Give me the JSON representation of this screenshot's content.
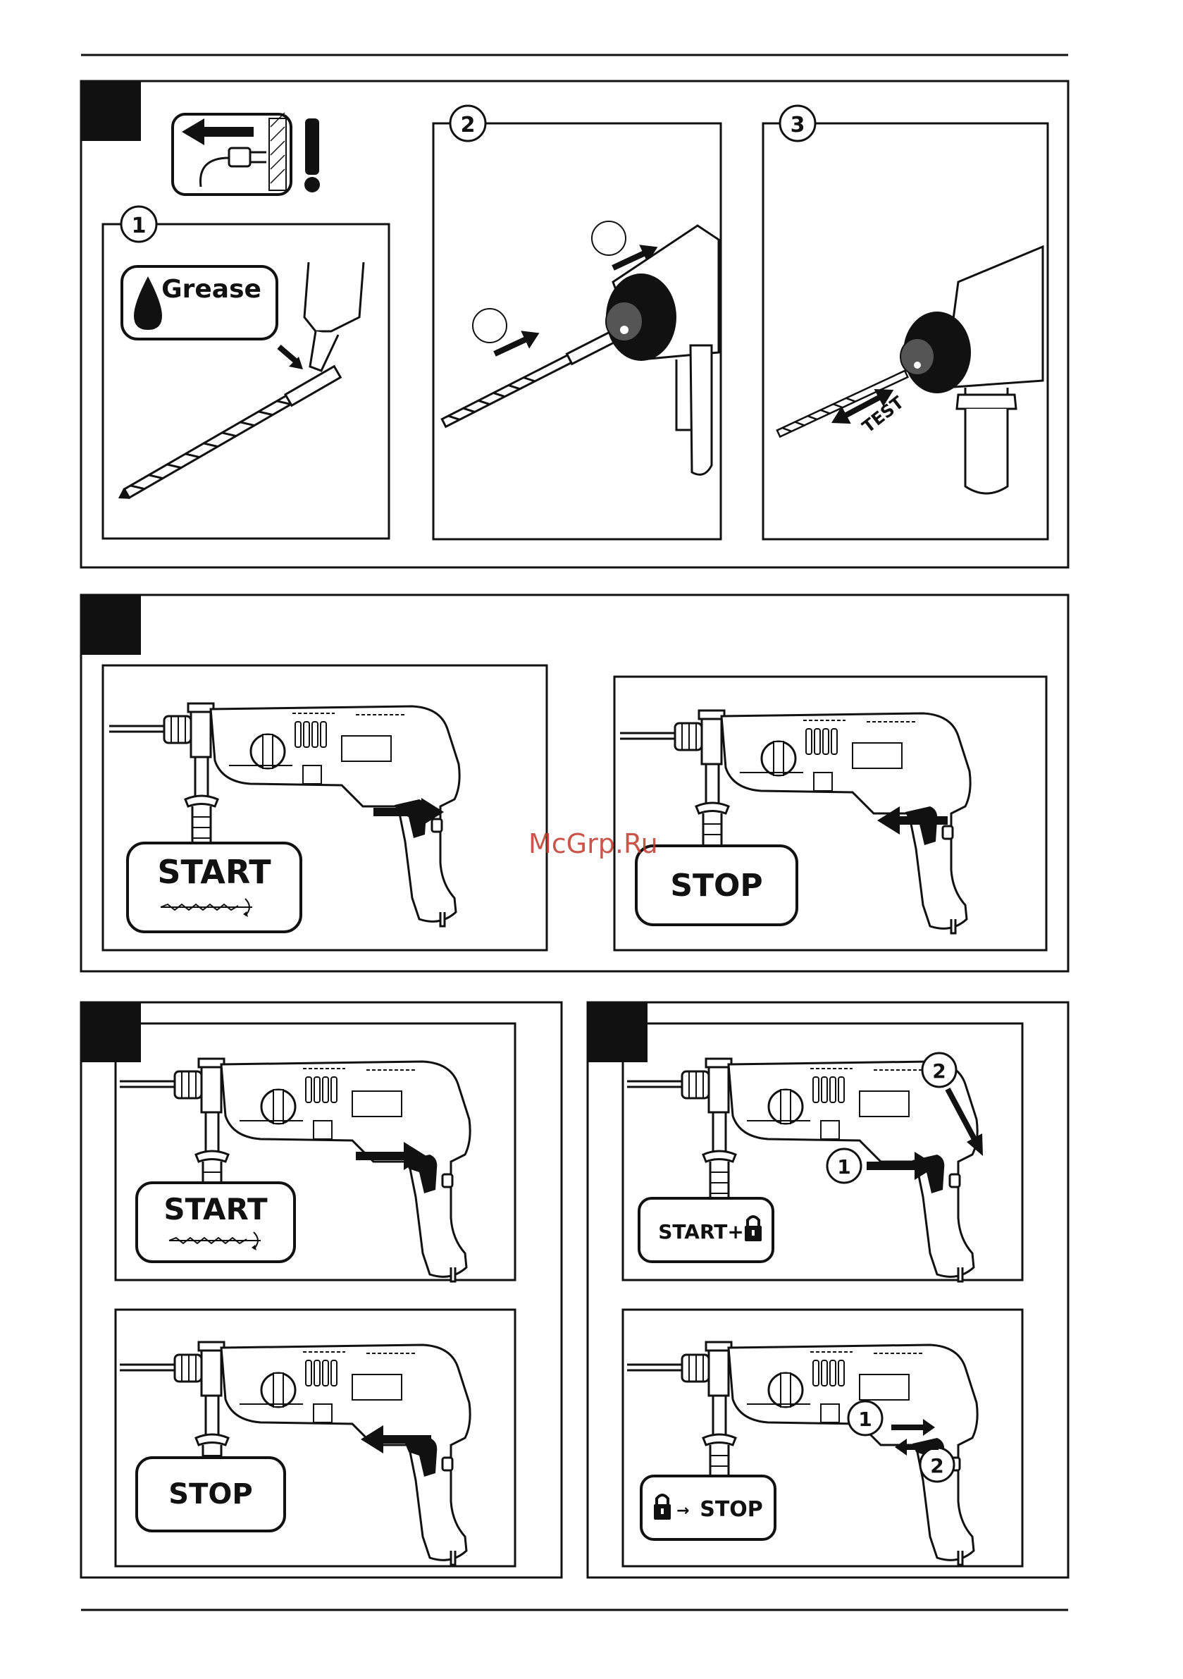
{
  "watermark": "McGrp.Ru",
  "section_a": {
    "step1": {
      "number": "1",
      "grease_label": "Grease"
    },
    "step2": {
      "number": "2"
    },
    "step3": {
      "number": "3",
      "test_label": "TEST"
    }
  },
  "section_b": {
    "start_label": "START",
    "stop_label": "STOP"
  },
  "section_c": {
    "start_label": "START",
    "stop_label": "STOP"
  },
  "section_d": {
    "lock_start_label": "START+",
    "unlock_stop_label": "STOP",
    "step_numbers": [
      "1",
      "2",
      "1",
      "2"
    ]
  }
}
